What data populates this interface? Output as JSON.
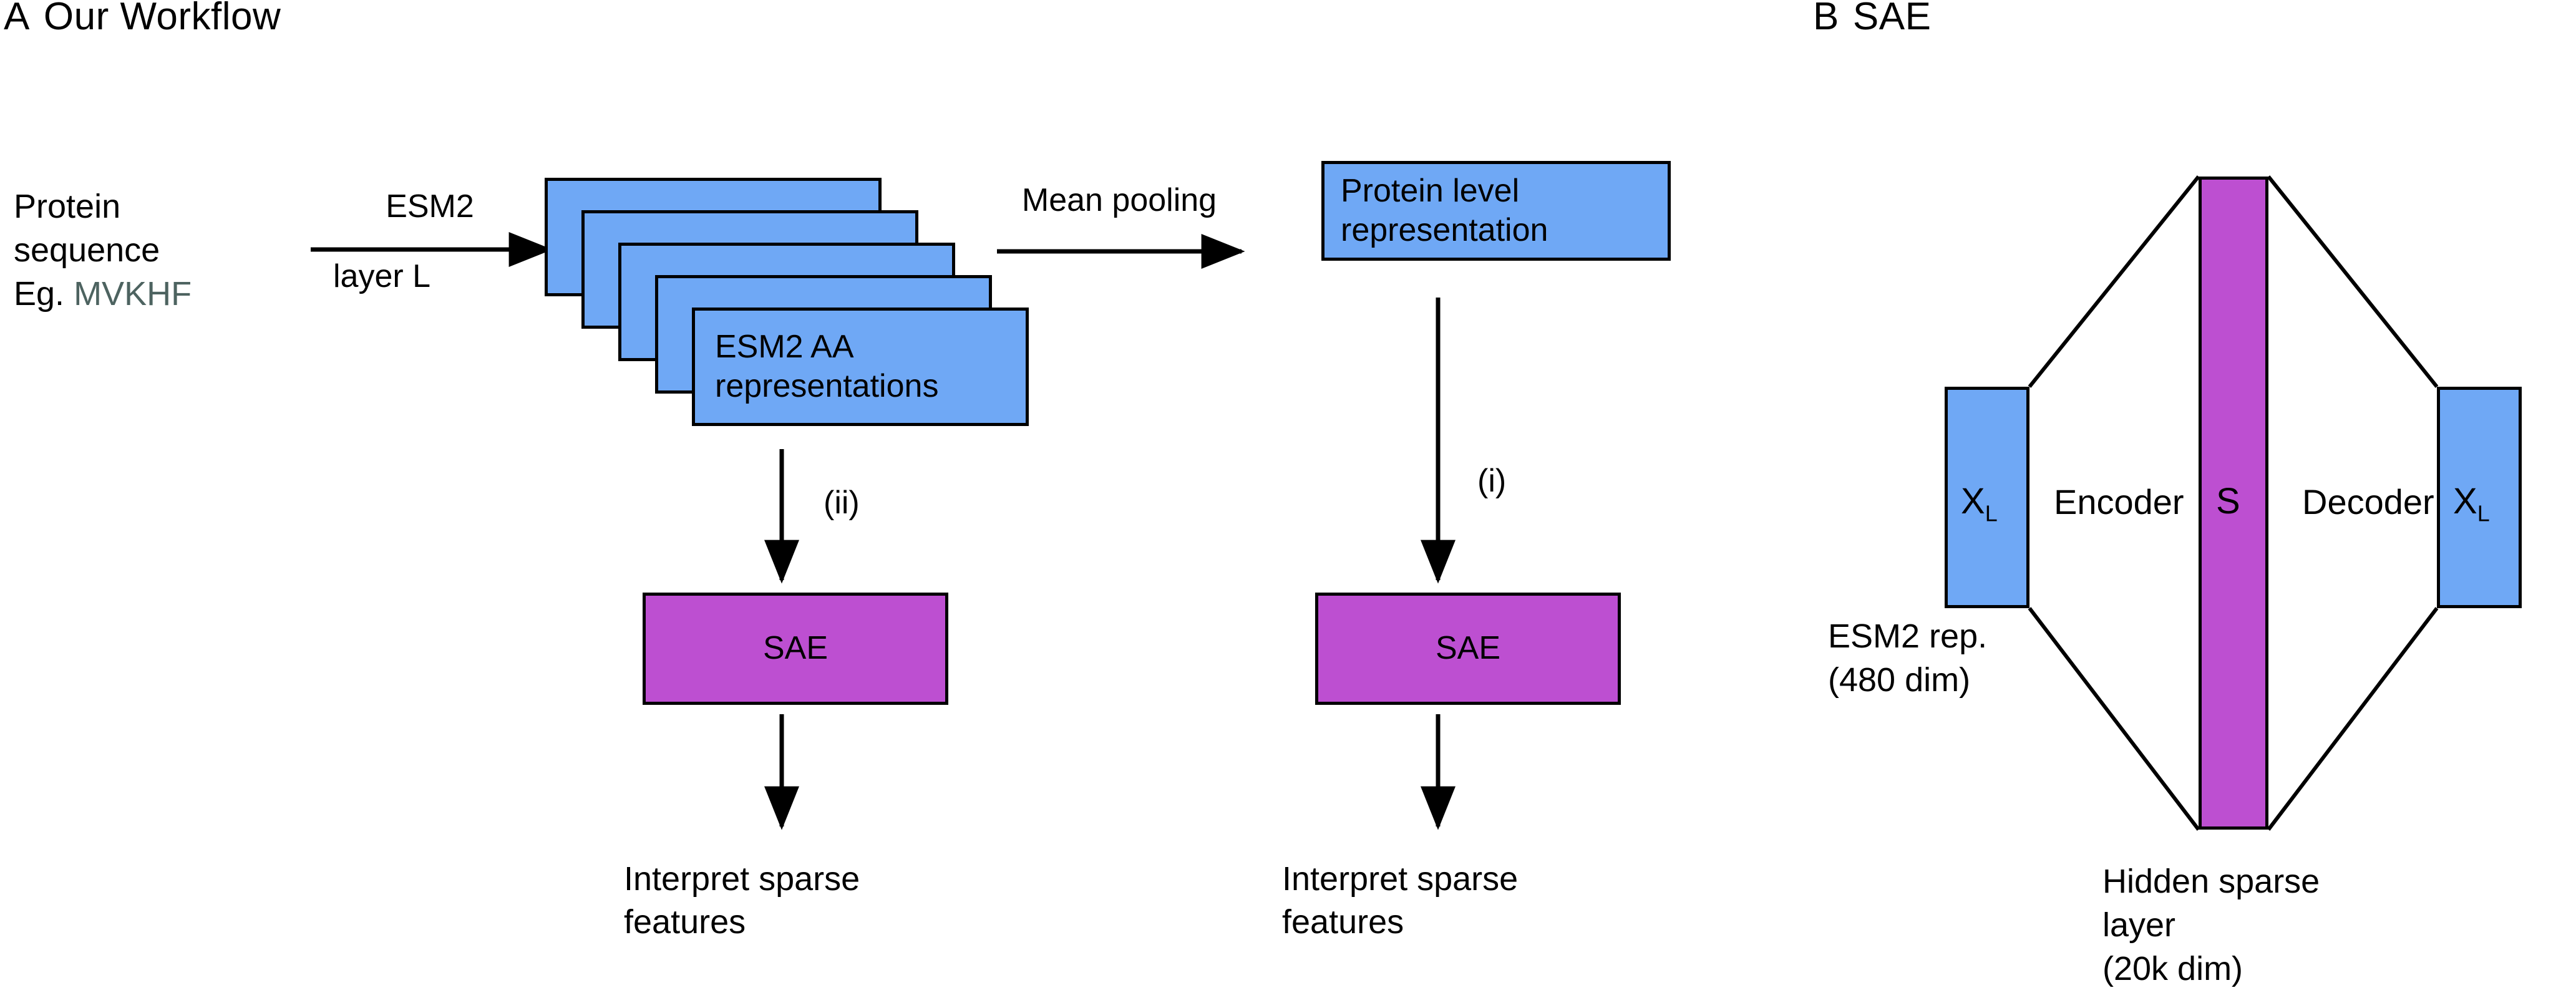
{
  "figure": {
    "background": "#ffffff",
    "colors": {
      "blue_box": "#6fa8f5",
      "purple_box": "#bd4fd1",
      "outline": "#000000",
      "sequence_text": "#4d6360",
      "text": "#000000"
    }
  },
  "panel_a": {
    "letter": "A",
    "title": "Our Workflow",
    "input": {
      "line1": "Protein",
      "line2": "sequence",
      "line3_prefix": "Eg. ",
      "line3_sequence": "MVKHF"
    },
    "esm2_arrow": {
      "label_top": "ESM2",
      "label_bottom": "layer L"
    },
    "aa_stack": {
      "label": "ESM2 AA\nrepresentations",
      "card_count": 5
    },
    "pooling_arrow": {
      "label": "Mean pooling"
    },
    "protein_level_box": {
      "label": "Protein level\nrepresentation"
    },
    "branch_aa": {
      "step_label": "(ii)",
      "sae_label": "SAE",
      "output_label": "Interpret sparse\nfeatures"
    },
    "branch_protein": {
      "step_label": "(i)",
      "sae_label": "SAE",
      "output_label": "Interpret sparse\nfeatures"
    }
  },
  "panel_b": {
    "letter": "B",
    "title": "SAE",
    "input_box": {
      "symbol": "X",
      "subscript": "L"
    },
    "output_box": {
      "symbol": "X",
      "subscript": "L"
    },
    "hidden_column": {
      "symbol": "S"
    },
    "encoder_label": "Encoder",
    "decoder_label": "Decoder",
    "input_caption": "ESM2 rep.\n(480 dim)",
    "hidden_caption": "Hidden sparse\nlayer\n(20k dim)"
  }
}
